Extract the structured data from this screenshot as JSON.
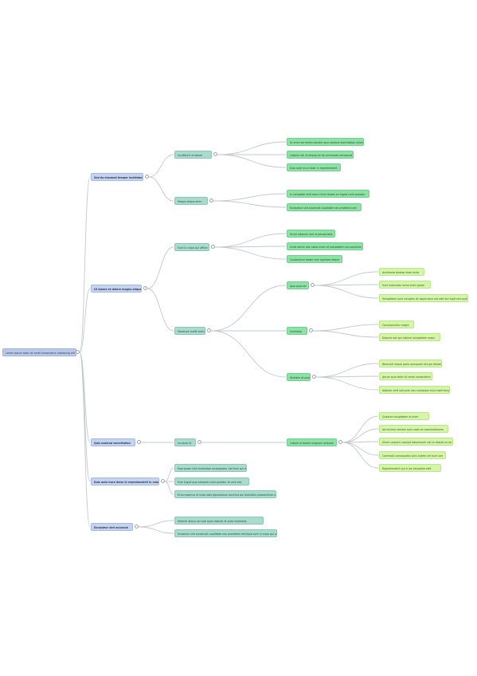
{
  "mindmap": {
    "root": "Lorem ipsum dolor sit amet consectetur adipiscing elit",
    "branches": [
      "Sed do eiusmod tempor incididunt",
      "Ut labore et dolore magna aliqua",
      "Quis nostrud exercitation",
      "Duis aute irure dolor in reprehenderit in voluptate",
      "Excepteur sint occaecat"
    ],
    "nodes": {
      "b1_1": "Incididunt ut labore",
      "b1_2": "Magna aliqua enim",
      "b1_1_1": "Ut enim ad minim veniam quis nostrud exercitation ullamco",
      "b1_1_2": "Laboris nisi ut aliquip ex ea commodo consequat",
      "b1_1_3": "Duis aute irure dolor in reprehenderit",
      "b1_2_1": "In voluptate velit esse cillum dolore eu fugiat nulla pariatur",
      "b1_2_2": "Excepteur sint occaecat cupidatat non proident sunt",
      "b2_1": "Sunt in culpa qui officia",
      "b2_2": "Deserunt mollit anim",
      "b2_1_1": "Id est laborum sed ut perspiciatis",
      "b2_1_2": "Unde omnis iste natus error sit voluptatem accusantium doloremque",
      "b2_1_3": "Laudantium totam rem aperiam eaque",
      "b2_2_1": "Ipsa quae ab",
      "b2_2_2": "Inventore",
      "b2_2_3": "Veritatis et quasi",
      "b2_2_1_1": "Architecto beatae vitae dicta",
      "b2_2_1_2": "Sunt explicabo nemo enim ipsam",
      "b2_2_1_3": "Voluptatem quia voluptas sit aspernatur aut odit aut fugit sed quia",
      "b2_2_2_1": "Consequuntur magni",
      "b2_2_2_2": "Dolores eos qui ratione voluptatem sequi",
      "b2_2_3_1": "Nesciunt neque porro quisquam est qui dolorem",
      "b2_2_3_2": "Ipsum quia dolor sit amet consectetur",
      "b2_2_3_3": "Adipisci velit sed quia non numquam eius modi tempora",
      "b3_1": "Incidunt ut",
      "b3_1_1": "Labore et dolore magnam aliquam",
      "b3_1_1_1": "Quaerat voluptatem ut enim",
      "b3_1_1_2": "Ad minima veniam quis nostrum exercitationem",
      "b3_1_1_3": "Ullam corporis suscipit laboriosam nisi ut aliquid ex ea",
      "b3_1_1_4": "Commodi consequatur quis autem vel eum iure",
      "b3_1_1_5": "Reprehenderit qui in ea voluptate velit",
      "b4_1": "Esse quam nihil molestiae consequatur vel illum qui dolorem",
      "b4_2": "Eum fugiat quo voluptas nulla pariatur at vero eos",
      "b4_3": "Et accusamus et iusto odio dignissimos ducimus qui blanditiis praesentium voluptatum",
      "b5_1": "Deleniti atque corrupti quos dolores et quas molestias",
      "b5_2": "Excepturi sint occaecati cupiditate non provident similique sunt in culpa qui officia"
    }
  },
  "colors": {
    "root": "#b9c9ea",
    "level1": "#c4d3f0",
    "level2": "#a9dccd",
    "level3": "#8ee2a6",
    "level4": "#d4f6a6",
    "connector": "#c3c9cf"
  }
}
